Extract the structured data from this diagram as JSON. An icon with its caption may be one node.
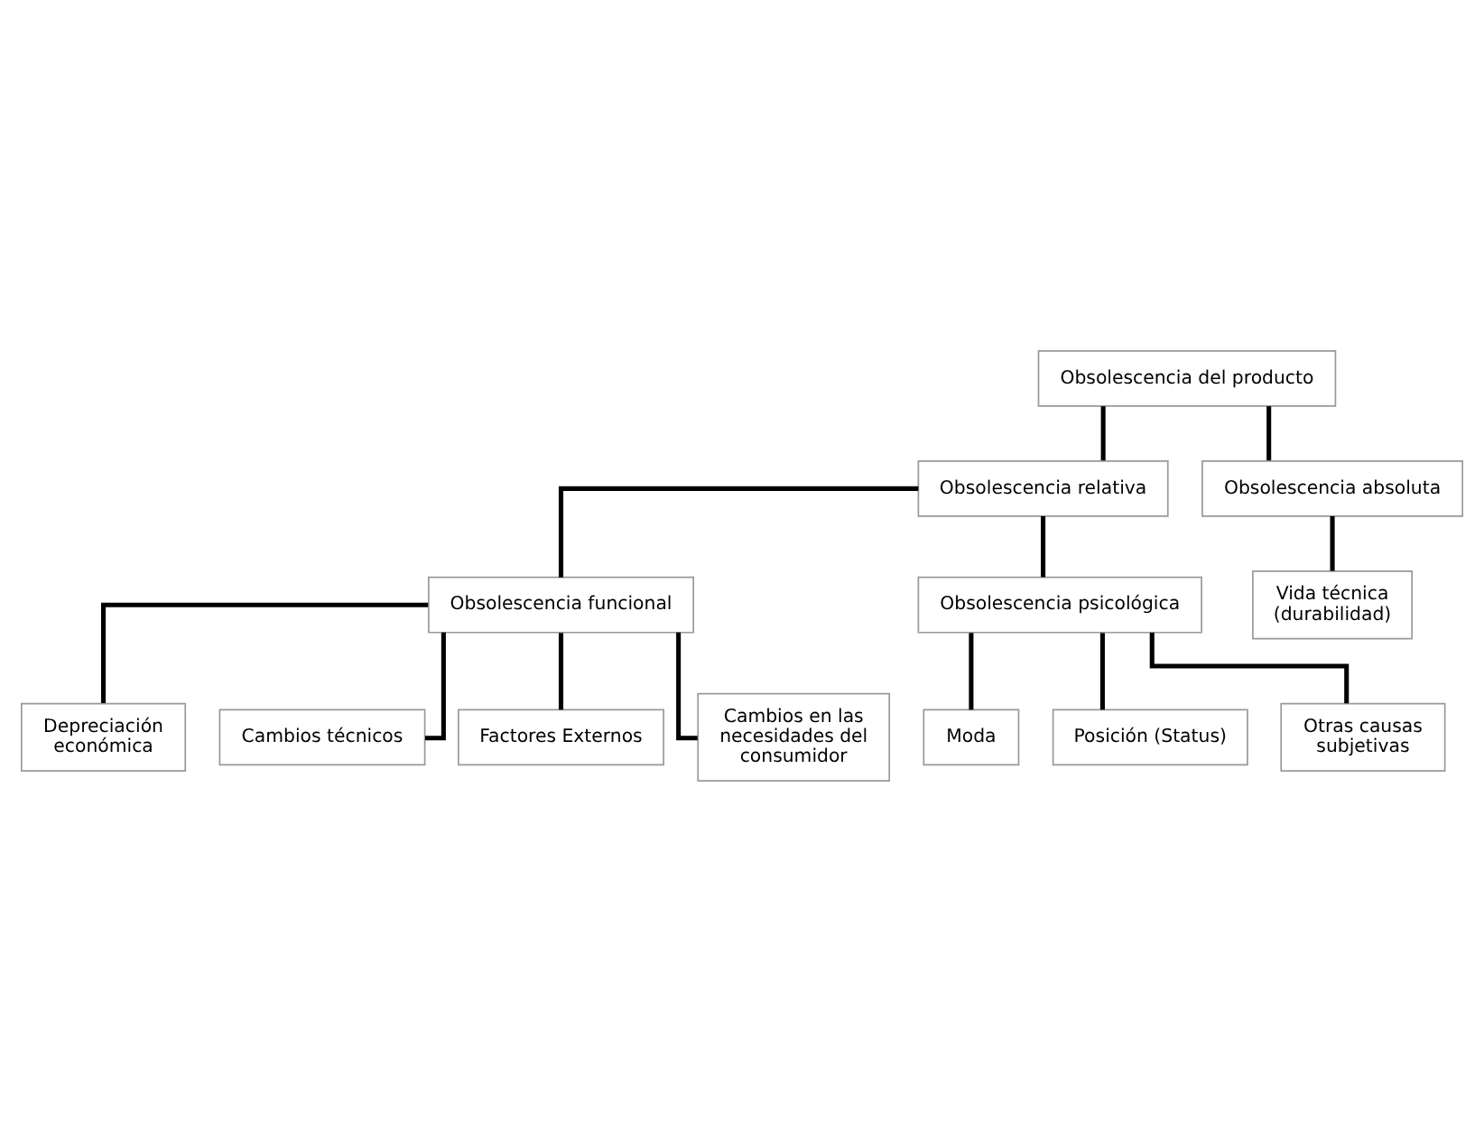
{
  "diagram": {
    "nodes": [
      {
        "text": [
          "Obsolescencia del producto"
        ]
      },
      {
        "text": [
          "Obsolescencia relativa"
        ]
      },
      {
        "text": [
          "Obsolescencia absoluta"
        ]
      },
      {
        "text": [
          "Obsolescencia funcional"
        ]
      },
      {
        "text": [
          "Obsolescencia psicológica"
        ]
      },
      {
        "text": [
          "Vida técnica (durabilidad)"
        ]
      },
      {
        "text": [
          "Depreciación económica"
        ]
      },
      {
        "text": [
          "Cambios técnicos"
        ]
      },
      {
        "text": [
          "Factores Externos"
        ]
      },
      {
        "text": [
          "Cambios en las necesidades del consumidor"
        ]
      },
      {
        "text": [
          "Moda"
        ]
      },
      {
        "text": [
          "Posición (Status)"
        ]
      },
      {
        "text": [
          "Otras causas subjetivas"
        ]
      }
    ],
    "edges": [
      {
        "from": 0,
        "to": 1,
        "arrow": "none"
      },
      {
        "from": 0,
        "to": 2,
        "arrow": "none"
      },
      {
        "from": 1,
        "to": 3,
        "arrow": "none"
      },
      {
        "from": 1,
        "to": 4,
        "arrow": "none"
      },
      {
        "from": 2,
        "to": 5,
        "arrow": "none"
      },
      {
        "from": 3,
        "to": 6,
        "arrow": "none"
      },
      {
        "from": 3,
        "to": 7,
        "arrow": "none"
      },
      {
        "from": 3,
        "to": 8,
        "arrow": "none"
      },
      {
        "from": 3,
        "to": 9,
        "arrow": "none"
      },
      {
        "from": 4,
        "to": 10,
        "arrow": "none"
      },
      {
        "from": 4,
        "to": 11,
        "arrow": "none"
      },
      {
        "from": 4,
        "to": 12,
        "arrow": "none"
      }
    ]
  }
}
